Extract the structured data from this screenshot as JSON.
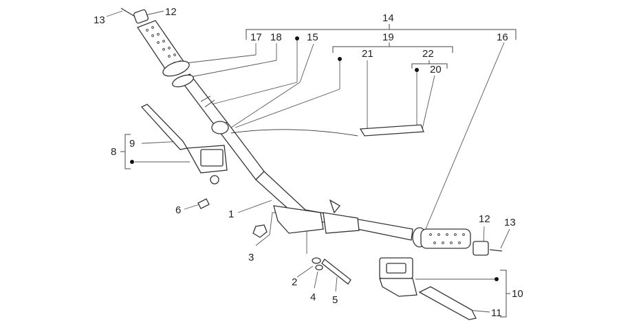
{
  "callouts": [
    {
      "id": "c1",
      "text": "1"
    },
    {
      "id": "c2",
      "text": "2"
    },
    {
      "id": "c3",
      "text": "3"
    },
    {
      "id": "c4",
      "text": "4"
    },
    {
      "id": "c5",
      "text": "5"
    },
    {
      "id": "c6",
      "text": "6"
    },
    {
      "id": "c8",
      "text": "8"
    },
    {
      "id": "c9",
      "text": "9"
    },
    {
      "id": "c10",
      "text": "10"
    },
    {
      "id": "c11",
      "text": "11"
    },
    {
      "id": "c12a",
      "text": "12"
    },
    {
      "id": "c12b",
      "text": "12"
    },
    {
      "id": "c13a",
      "text": "13"
    },
    {
      "id": "c13b",
      "text": "13"
    },
    {
      "id": "c14",
      "text": "14"
    },
    {
      "id": "c15",
      "text": "15"
    },
    {
      "id": "c16",
      "text": "16"
    },
    {
      "id": "c17",
      "text": "17"
    },
    {
      "id": "c18",
      "text": "18"
    },
    {
      "id": "c19",
      "text": "19"
    },
    {
      "id": "c20",
      "text": "20"
    },
    {
      "id": "c21",
      "text": "21"
    },
    {
      "id": "c22",
      "text": "22"
    }
  ]
}
